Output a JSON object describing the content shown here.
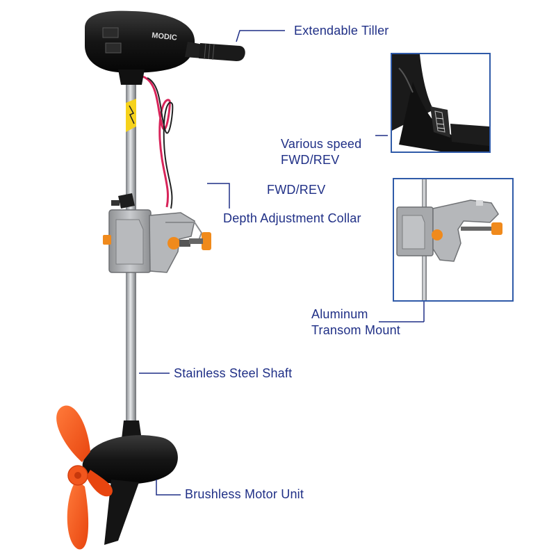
{
  "labels": {
    "tiller": "Extendable Tiller",
    "speed_line1": "Various speed",
    "speed_line2": "FWD/REV",
    "fwd_rev": "FWD/REV",
    "collar": "Depth Adjustment Collar",
    "mount_line1": "Aluminum",
    "mount_line2": "Transom Mount",
    "shaft": "Stainless Steel Shaft",
    "motor": "Brushless Motor Unit"
  },
  "brand": "MODIC",
  "colors": {
    "label_text": "#1f2f86",
    "leader_line": "#1f2f86",
    "inset_border": "#2f5aa8",
    "propeller": "#f2561d",
    "knob": "#f08a1c",
    "housing": "#141414",
    "collar": "#a7a9ac",
    "shaft": "#b9bcc0"
  }
}
